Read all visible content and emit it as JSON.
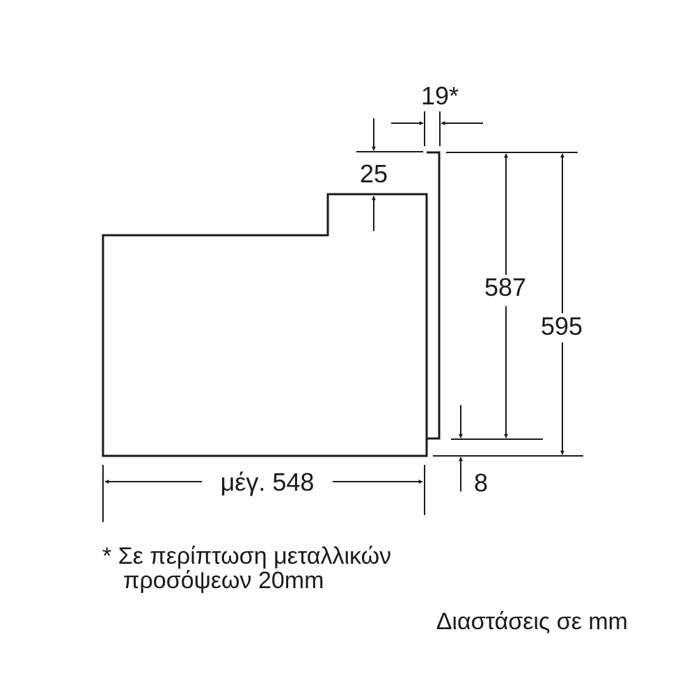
{
  "diagram": {
    "dimensions": {
      "front_thickness": "19*",
      "top_step": "25",
      "inner_height": "587",
      "total_height": "595",
      "bottom_offset": "8",
      "max_depth": "μέγ. 548"
    },
    "footnote": {
      "line1": "* Σε περίπτωση μεταλλικών",
      "line2": "προσόψεων 20mm"
    },
    "units_note": "Διαστάσεις σε mm"
  }
}
